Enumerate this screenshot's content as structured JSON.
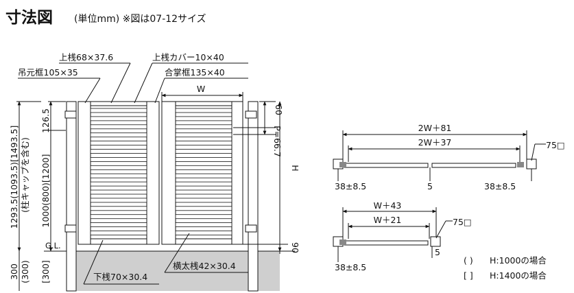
{
  "title": {
    "main": "寸法図",
    "sub": "(単位mm) ※図は07-12サイズ"
  },
  "labels": {
    "top_rail": "上桟68×37.6",
    "top_rail_cover": "上桟カバー10×40",
    "hinge_frame": "吊元框105×35",
    "meeting_frame": "合掌框135×40",
    "width": "W",
    "height": "H",
    "bottom_rail": "下桟70×30.4",
    "horizontal_bar": "横太桟42×30.4",
    "pitch": "P=66.7",
    "gl": "G.L."
  },
  "dims_left": {
    "d126": "126.5",
    "d1200": "1000(800)[1200]",
    "total": "1293.5(1093.5)[1493.5]",
    "total_note": "(柱キャップを含む)",
    "base": "300",
    "base_alt": "(300)",
    "base_br": "[300]"
  },
  "dims_right": {
    "top": "60",
    "bottom": "90"
  },
  "plan_double": {
    "outer": "2W＋81",
    "inner": "2W＋37",
    "left_offset": "38±8.5",
    "gap": "5",
    "right_offset": "38±8.5",
    "post": "75□"
  },
  "plan_single": {
    "outer": "W＋43",
    "inner": "W＋21",
    "left_offset": "38±8.5",
    "gap": "5",
    "post": "75□"
  },
  "legend": [
    {
      "mark": "(    )",
      "text": "H:1000の場合"
    },
    {
      "mark": "[    ]",
      "text": "H:1400の場合"
    }
  ]
}
